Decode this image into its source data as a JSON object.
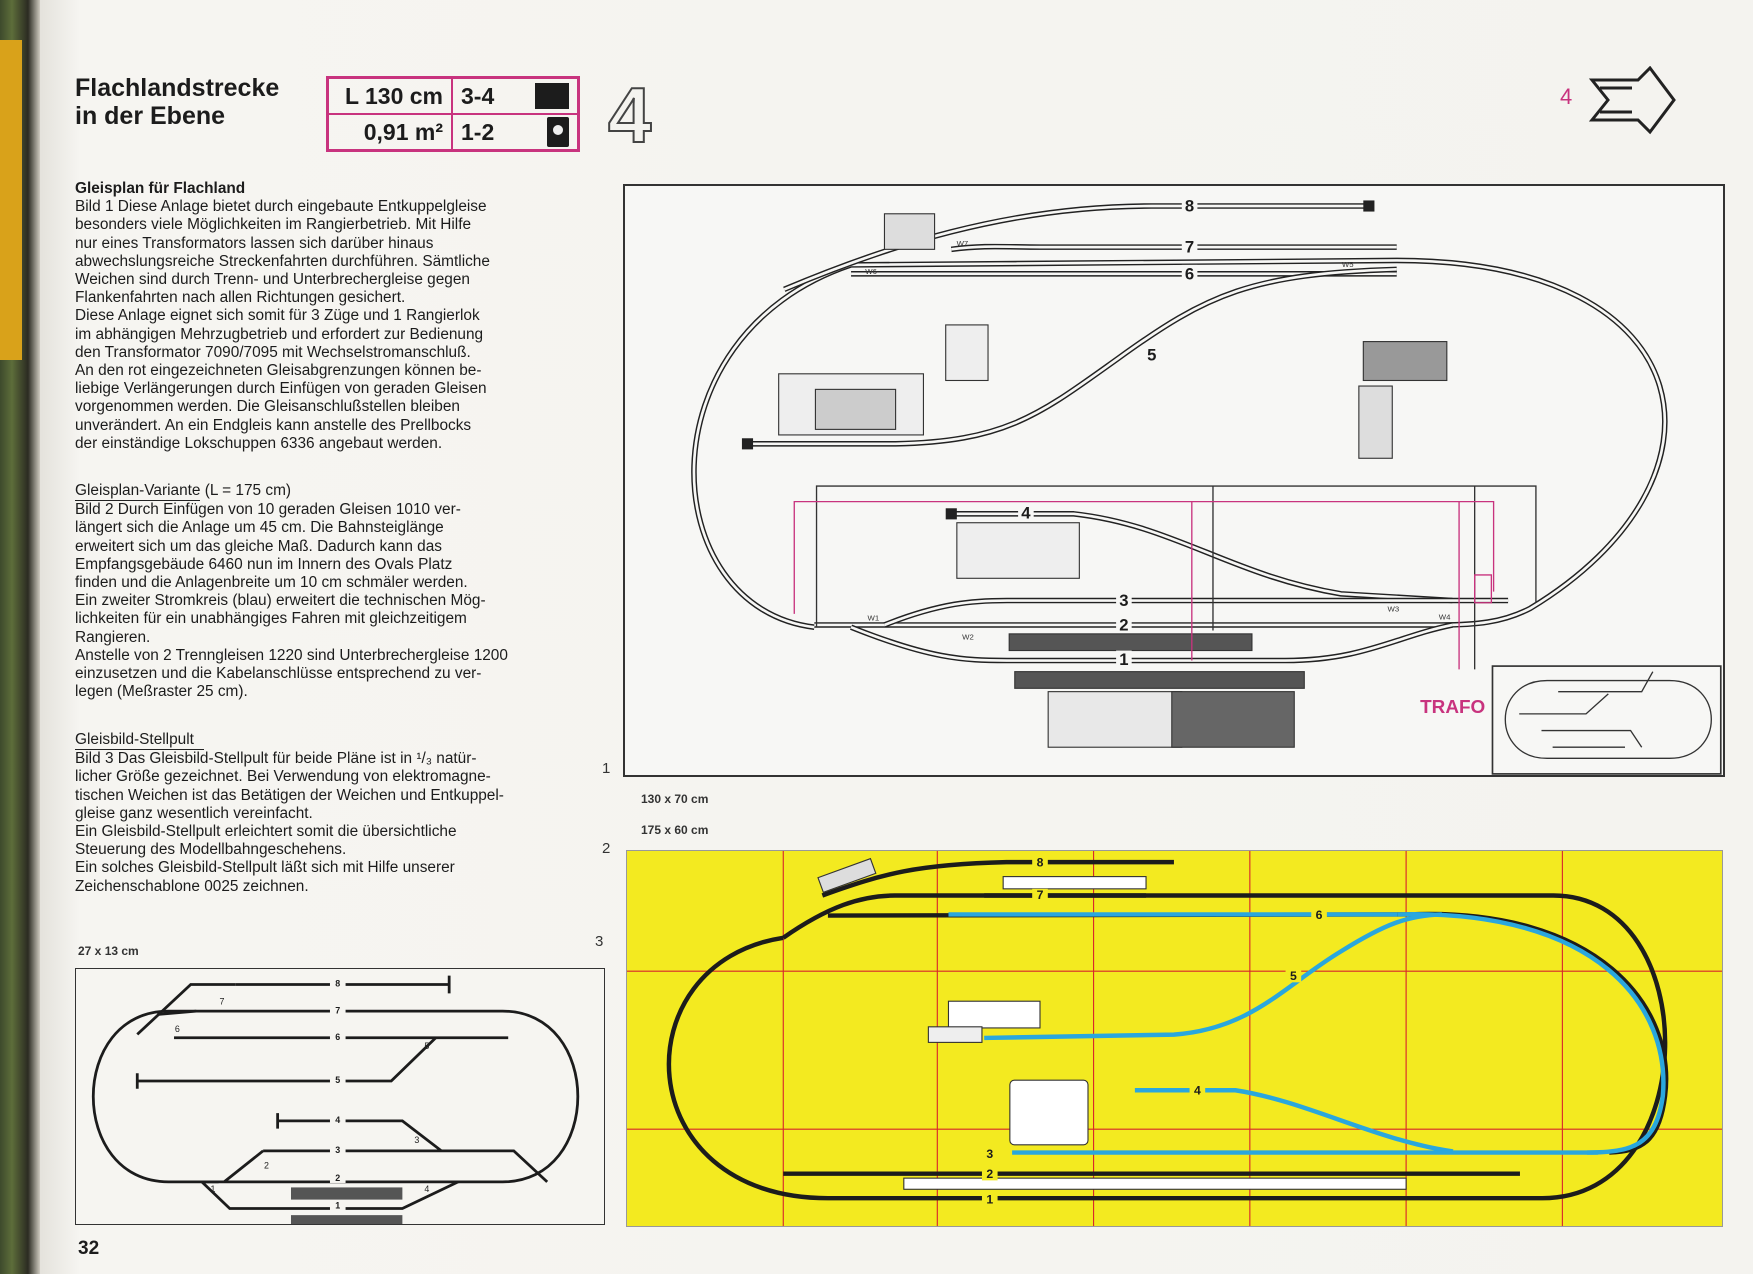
{
  "header": {
    "title_lines": [
      "Flachlandstrecke",
      "in der Ebene"
    ],
    "spec": {
      "length": "L 130 cm",
      "trains": "3-4",
      "area": "0,91 m²",
      "controllers": "1-2"
    },
    "plan_number": "4",
    "page_marker": "4",
    "icons": [
      "locomotive-icon",
      "transformer-icon",
      "next-page-arrow-icon"
    ]
  },
  "text": {
    "s1": {
      "heading": "Gleisplan für Flachland",
      "lines": [
        "Bild 1   Diese Anlage bietet durch eingebaute Entkuppelgleise",
        "besonders viele Möglichkeiten im Rangierbetrieb. Mit Hilfe",
        "nur eines Transformators lassen sich darüber hinaus",
        "abwechslungsreiche Streckenfahrten durchführen. Sämtliche",
        "Weichen sind durch Trenn- und Unterbrechergleise gegen",
        "Flankenfahrten nach allen Richtungen gesichert.",
        "Diese Anlage eignet sich somit für 3 Züge und 1 Rangierlok",
        "im abhängigen Mehrzugbetrieb und erfordert zur Bedienung",
        "den Transformator 7090/7095 mit Wechselstromanschluß.",
        "An den rot eingezeichneten Gleisabgrenzungen können be-",
        "liebige Verlängerungen durch Einfügen von geraden Gleisen",
        "vorgenommen werden. Die Gleisanschlußstellen bleiben",
        "unverändert. An ein Endgleis kann anstelle des Prellbocks",
        "der einständige Lokschuppen 6336 angebaut werden."
      ]
    },
    "s2": {
      "heading": "Gleisplan-Variante",
      "heading_suffix": " (L = 175 cm)",
      "lines": [
        "Bild 2   Durch Einfügen von 10 geraden Gleisen 1010 ver-",
        "längert sich die Anlage um 45 cm. Die Bahnsteiglänge",
        "erweitert sich um das gleiche Maß. Dadurch kann das",
        "Empfangsgebäude 6460 nun im Innern des Ovals Platz",
        "finden und die Anlagenbreite um 10 cm schmäler werden.",
        "Ein zweiter Stromkreis (blau) erweitert die technischen Mög-",
        "lichkeiten für ein unabhängiges Fahren mit gleichzeitigem",
        "Rangieren.",
        "Anstelle von 2 Trenngleisen 1220 sind Unterbrechergleise 1200",
        "einzusetzen und die Kabelanschlüsse entsprechend zu ver-",
        "legen (Meßraster 25 cm)."
      ]
    },
    "s3": {
      "heading": "Gleisbild-Stellpult",
      "lines": [
        "Bild 3   Das Gleisbild-Stellpult für beide Pläne ist in ¹/₃ natür-",
        "licher Größe gezeichnet. Bei Verwendung von elektromagne-",
        "tischen Weichen ist das Betätigen der Weichen und Entkuppel-",
        "gleise ganz wesentlich vereinfacht.",
        "Ein Gleisbild-Stellpult erleichtert somit die übersichtliche",
        "Steuerung des Modellbahngeschehens.",
        "Ein solches Gleisbild-Stellpult läßt sich mit Hilfe unserer",
        "Zeichenschablone 0025 zeichnen."
      ]
    }
  },
  "figures": {
    "fig1": {
      "number": "1",
      "caption": "130 x 70 cm",
      "track_labels": [
        "1",
        "2",
        "3",
        "4",
        "5",
        "6",
        "7",
        "8"
      ],
      "switch_labels": [
        "W1",
        "W2",
        "W3",
        "W4",
        "W5",
        "W6",
        "W7"
      ],
      "trafo_label": "TRAFO"
    },
    "fig2": {
      "number": "2",
      "caption": "175 x 60 cm",
      "track_labels": [
        "1",
        "2",
        "3",
        "4",
        "5",
        "6",
        "7",
        "8"
      ]
    },
    "fig3": {
      "number": "3",
      "caption": "27 x 13 cm",
      "track_labels": [
        "1",
        "2",
        "3",
        "4",
        "5",
        "6",
        "7",
        "8"
      ],
      "switch_labels": [
        "1",
        "2",
        "3",
        "4",
        "5",
        "6",
        "7"
      ]
    }
  },
  "footer": {
    "page_number": "32"
  },
  "colors": {
    "accent_magenta": "#c8337e",
    "blue_circuit": "#2aa7dd",
    "board_yellow": "#f3ea20",
    "grid_red": "#d8262b"
  }
}
